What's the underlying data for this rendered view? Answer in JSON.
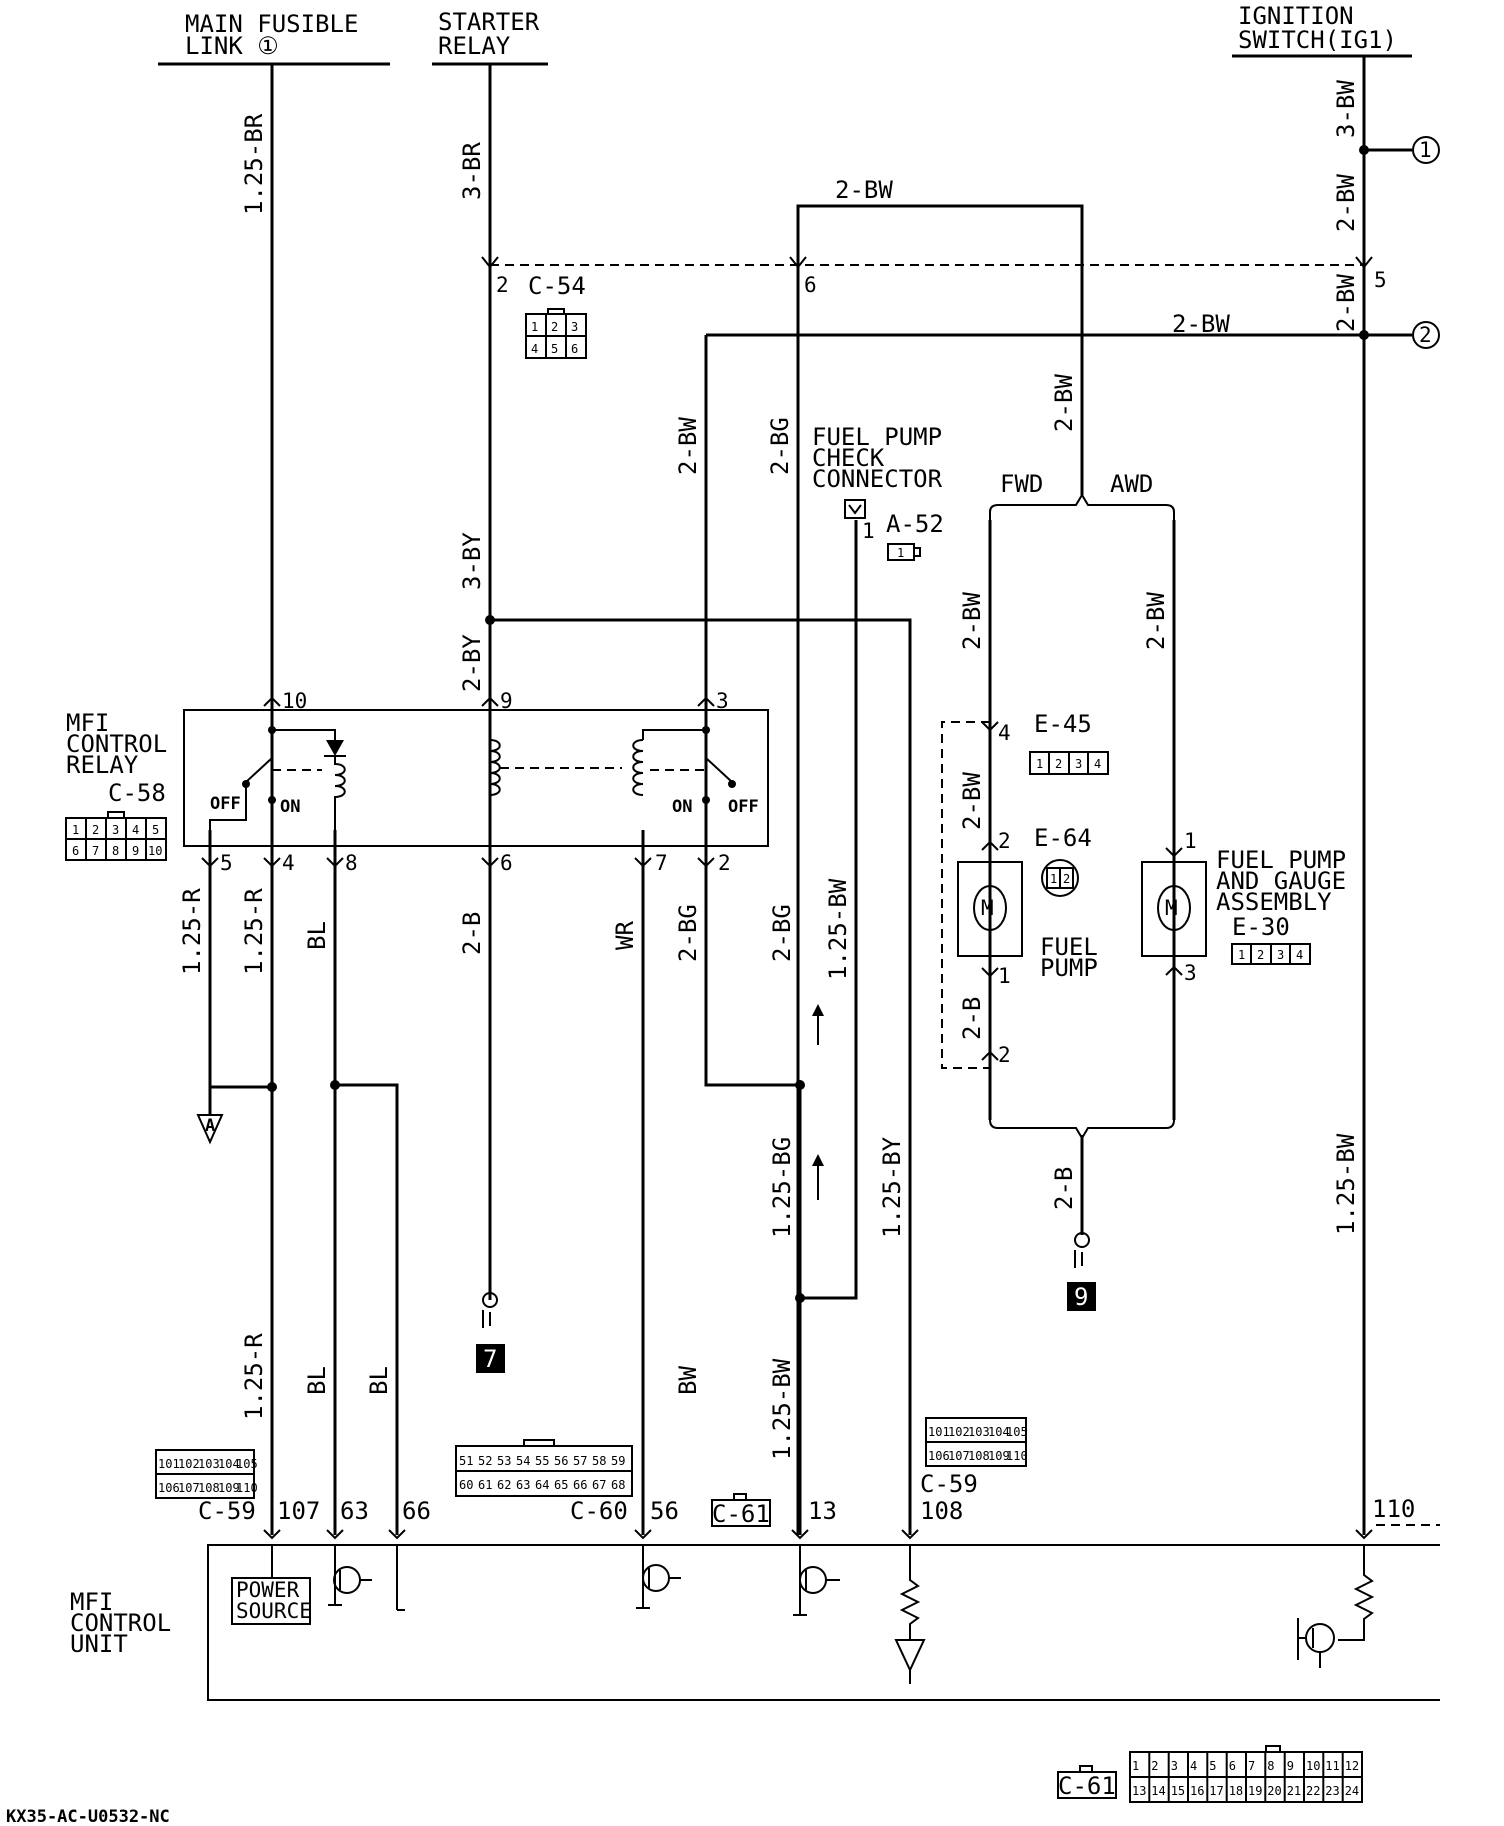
{
  "headers": {
    "main_fusible_link_l1": "MAIN FUSIBLE",
    "main_fusible_link_l2": "LINK ①",
    "starter_relay_l1": "STARTER",
    "starter_relay_l2": "RELAY",
    "ignition_switch_l1": "IGNITION",
    "ignition_switch_l2": "SWITCH(IG1)"
  },
  "wires": {
    "w_125br": "1.25-BR",
    "w_3br": "3-BR",
    "w_3bw": "3-BW",
    "w_2bw_top": "2-BW",
    "w_2bw_ign": "2-BW",
    "w_2bw_ign2": "2-BW",
    "w_2bw_h": "2-BW",
    "w_2bw_c3": "2-BW",
    "w_2bg_6": "2-BG",
    "w_2bw_fwdawd": "2-BW",
    "w_3by": "3-BY",
    "w_2by": "2-BY",
    "w_2bw_fwd": "2-BW",
    "w_2bw_awd": "2-BW",
    "w_2bw_e45": "2-BW",
    "w_125r_5": "1.25-R",
    "w_125r_4": "1.25-R",
    "w_bl_8": "BL",
    "w_2b_6": "2-B",
    "w_wr_7": "WR",
    "w_2bg_2": "2-BG",
    "w_2bg_mid": "2-BG",
    "w_125bw_chk": "1.25-BW",
    "w_2b_pump": "2-B",
    "w_2b_gnd9": "2-B",
    "w_125bg": "1.25-BG",
    "w_125by": "1.25-BY",
    "w_125bw_ign": "1.25-BW",
    "w_125r_low": "1.25-R",
    "w_bl_low1": "BL",
    "w_bl_low2": "BL",
    "w_bw_low": "BW",
    "w_125bw_low": "1.25-BW"
  },
  "connectors": {
    "c54": "C-54",
    "c58": "C-58",
    "a52": "A-52",
    "e45": "E-45",
    "e64": "E-64",
    "e30": "E-30",
    "c59_left": "C-59",
    "c59_right": "C-59",
    "c60": "C-60",
    "c61_mid": "C-61",
    "c61_bottom": "C-61"
  },
  "pins": {
    "c54_2": "2",
    "c54_6": "6",
    "ign_5": "5",
    "relay_10": "10",
    "relay_9": "9",
    "relay_3": "3",
    "relay_5": "5",
    "relay_4": "4",
    "relay_8": "8",
    "relay_6": "6",
    "relay_7": "7",
    "relay_2": "2",
    "a52_1": "1",
    "e45_4": "4",
    "e64_2": "2",
    "e64_1": "1",
    "e64_gnd_2": "2",
    "e30_1": "1",
    "e30_3": "3",
    "ecu_107": "107",
    "ecu_63": "63",
    "ecu_66": "66",
    "ecu_56": "56",
    "ecu_13": "13",
    "ecu_108": "108",
    "ecu_110": "110"
  },
  "components": {
    "mfi_relay_l1": "MFI",
    "mfi_relay_l2": "CONTROL",
    "mfi_relay_l3": "RELAY",
    "off_left": "OFF",
    "on_left": "ON",
    "on_right": "ON",
    "off_right": "OFF",
    "fpc_l1": "FUEL PUMP",
    "fpc_l2": "CHECK",
    "fpc_l3": "CONNECTOR",
    "fwd": "FWD",
    "awd": "AWD",
    "fuel_pump_l1": "FUEL",
    "fuel_pump_l2": "PUMP",
    "fpga_l1": "FUEL PUMP",
    "fpga_l2": "AND GAUGE",
    "fpga_l3": "ASSEMBLY",
    "power_source_l1": "POWER",
    "power_source_l2": "SOURCE",
    "mfi_unit_l1": "MFI",
    "mfi_unit_l2": "CONTROL",
    "mfi_unit_l3": "UNIT",
    "motor_symbol": "M"
  },
  "grounds": {
    "ground_a": "A",
    "ground_7": "7",
    "ground_9": "9"
  },
  "references": {
    "ref_1": "1",
    "ref_2": "2"
  },
  "connector_faces": {
    "c54_pins": [
      "1",
      "2",
      "3",
      "4",
      "5",
      "6"
    ],
    "c58_pins": [
      "1",
      "2",
      "3",
      "4",
      "5",
      "6",
      "7",
      "8",
      "9",
      "10"
    ],
    "e45_pins": [
      "1",
      "2",
      "3",
      "4"
    ],
    "e64_pins": [
      "1",
      "2"
    ],
    "e30_pins": [
      "1",
      "2",
      "3",
      "4"
    ],
    "c59l_pins": [
      "101",
      "102",
      "103",
      "104",
      "105",
      "106",
      "107",
      "108",
      "109",
      "110"
    ],
    "c60_pins": [
      "51",
      "52",
      "53",
      "54",
      "55",
      "56",
      "57",
      "58",
      "59",
      "60",
      "61",
      "62",
      "63",
      "64",
      "65",
      "66",
      "67",
      "68"
    ],
    "c59r_pins": [
      "101",
      "102",
      "103",
      "104",
      "105",
      "106",
      "107",
      "108",
      "109",
      "110"
    ],
    "c61_pins": [
      "1",
      "2",
      "3",
      "4",
      "5",
      "6",
      "7",
      "8",
      "9",
      "10",
      "11",
      "12",
      "13",
      "14",
      "15",
      "16",
      "17",
      "18",
      "19",
      "20",
      "21",
      "22",
      "23",
      "24"
    ]
  },
  "footer_code": "KX35-AC-U0532-NC"
}
